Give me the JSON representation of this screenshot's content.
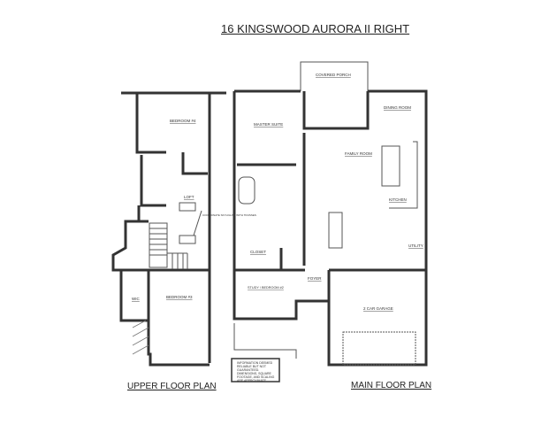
{
  "title": "16 KINGSWOOD AURORA II RIGHT",
  "upper_plan": {
    "label": "UPPER FLOOR PLAN",
    "rooms": [
      "BEDROOM #4",
      "LOFT",
      "BEDROOM #3",
      "WIC"
    ],
    "annotation": "COORDINATE SKYLIGHTS WITH TRUSSES"
  },
  "main_plan": {
    "label": "MAIN FLOOR PLAN",
    "rooms": [
      "COVERED PORCH",
      "MASTER SUITE",
      "FAMILY ROOM",
      "DINING ROOM",
      "KITCHEN",
      "UTILITY",
      "CLOSET",
      "STUDY / BEDROOM #2",
      "FOYER",
      "2 CAR GARAGE"
    ],
    "note": "INFORMATION DEEMED RELIABLE BUT NOT GUARANTEED. DIMENSIONS, SQUARE FOOTAGE, AND SCALING ARE APPROXIMATE."
  }
}
